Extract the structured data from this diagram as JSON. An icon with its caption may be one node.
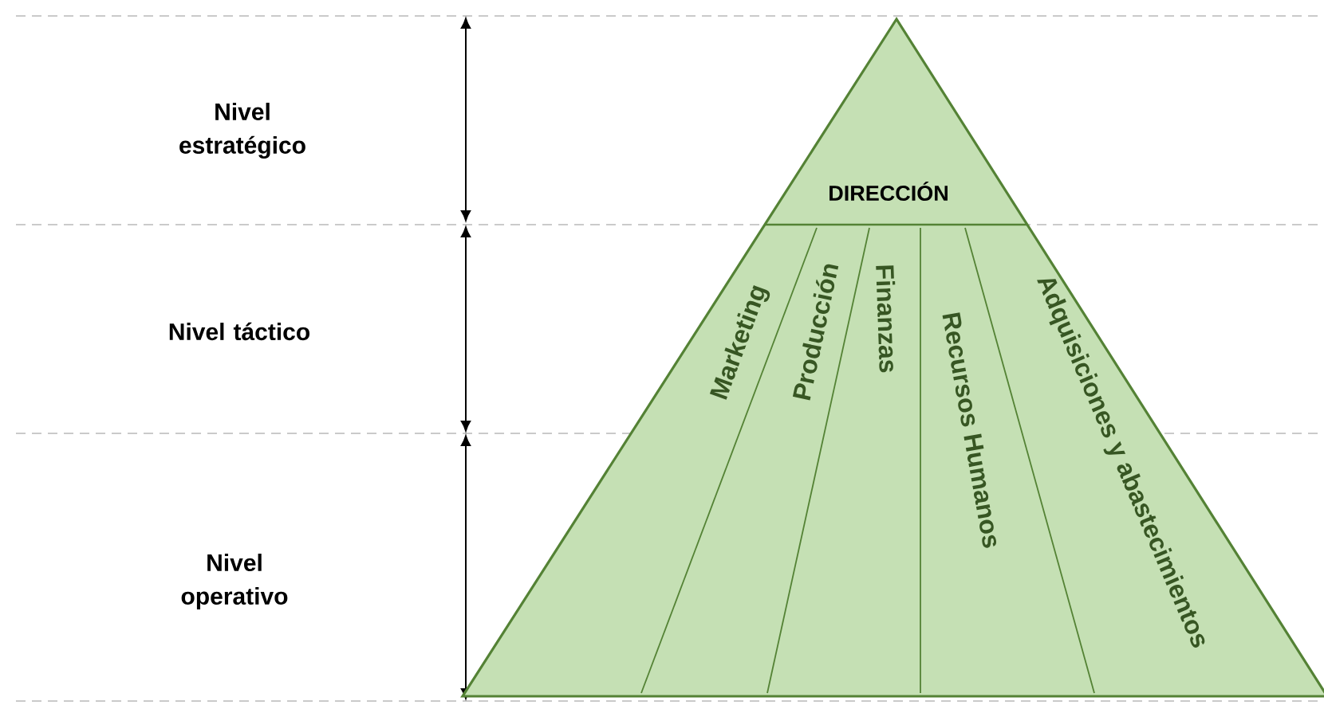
{
  "diagram": {
    "nodes": [
      {
        "text": [],
        "shape": "triangle"
      },
      {
        "text": [
          "DIRECCIÓN"
        ],
        "in": 0
      },
      {
        "text": [
          "Marketing"
        ],
        "in": 0
      },
      {
        "text": [
          "Producción"
        ],
        "in": 0
      },
      {
        "text": [
          "Finanzas"
        ],
        "in": 0
      },
      {
        "text": [
          "Recursos Humanos"
        ],
        "in": 0
      },
      {
        "text": [
          "Adquisiciones y abastecimientos"
        ],
        "in": 0
      }
    ],
    "labels": [
      "Nivel estratégico",
      "Nivel táctico",
      "Nivel operativo"
    ]
  }
}
